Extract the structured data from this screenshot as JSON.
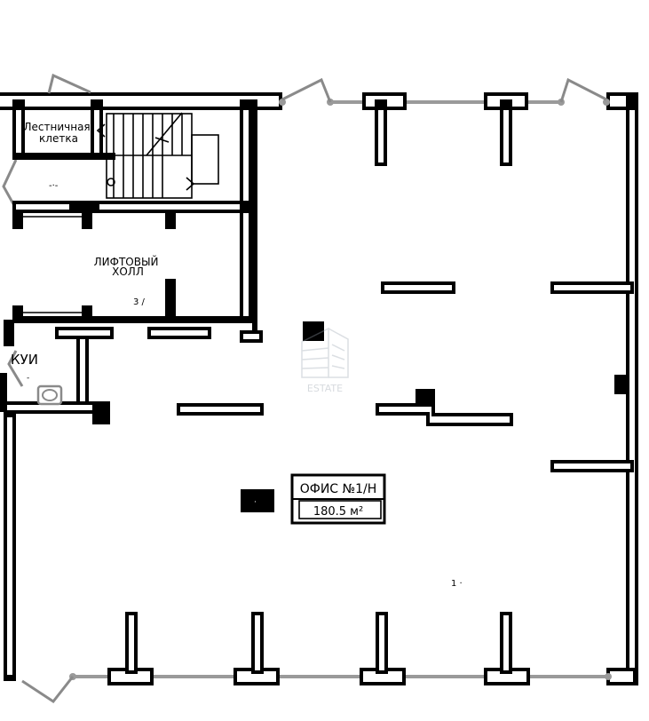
{
  "rooms": {
    "stairwell": "Лестничная\nклетка",
    "stairwell_mark": "-·-",
    "lift_hall": "ЛИФТОВЫЙ\nХОЛЛ",
    "lift_hall_mark": "3 /",
    "kui": "КУИ",
    "kui_mark": "-",
    "office_mark": "1 ·",
    "small_mark": "·"
  },
  "office_tag": {
    "name": "ОФИС №1/Н",
    "area": "180.5 м²"
  },
  "watermark": {
    "text": "ESTATE"
  }
}
